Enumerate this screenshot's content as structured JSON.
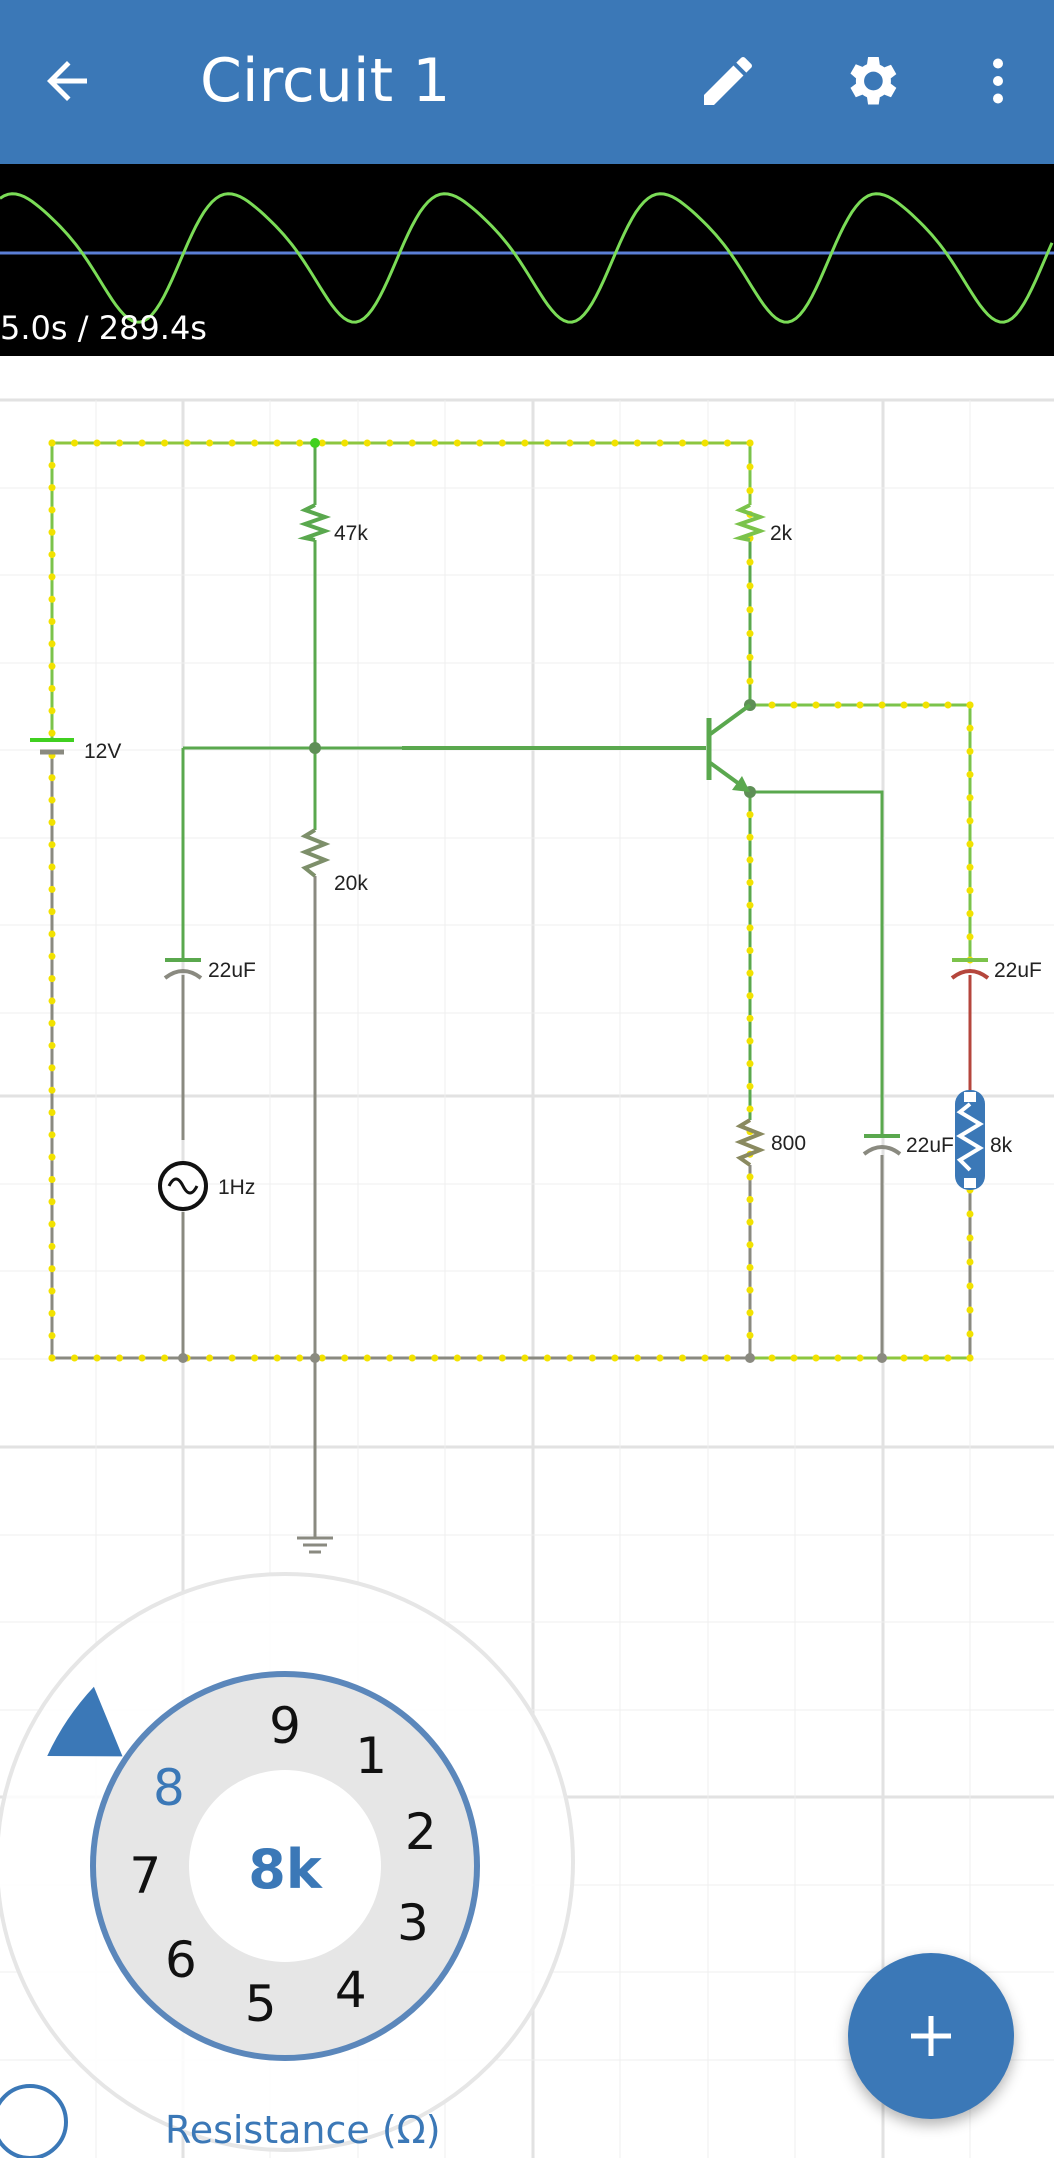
{
  "appbar": {
    "title": "Circuit 1",
    "back_icon": "arrow-left-icon",
    "edit_icon": "pencil-icon",
    "settings_icon": "gear-icon",
    "more_icon": "more-vert-icon"
  },
  "scope": {
    "time": "5.0s / 289.4s"
  },
  "circuit": {
    "battery": "12V",
    "r_top_left": "47k",
    "r_top_right": "2k",
    "r_mid": "20k",
    "c_input": "22uF",
    "source": "1Hz",
    "r_emitter": "800",
    "c_emitter": "22uF",
    "c_output": "22uF",
    "r_load": "8k"
  },
  "dial": {
    "value": "8k",
    "caption": "Resistance (Ω)",
    "digits": [
      "9",
      "1",
      "2",
      "3",
      "4",
      "5",
      "6",
      "7",
      "8"
    ],
    "selected_digit": "8"
  },
  "colors": {
    "accent": "#3b78b7",
    "wire_green": "#5aa84e",
    "wire_gray": "#8a8a80",
    "current_dot": "#f2e200",
    "scope_wave": "#7bdc57",
    "scope_axis": "#5b7fd6"
  }
}
